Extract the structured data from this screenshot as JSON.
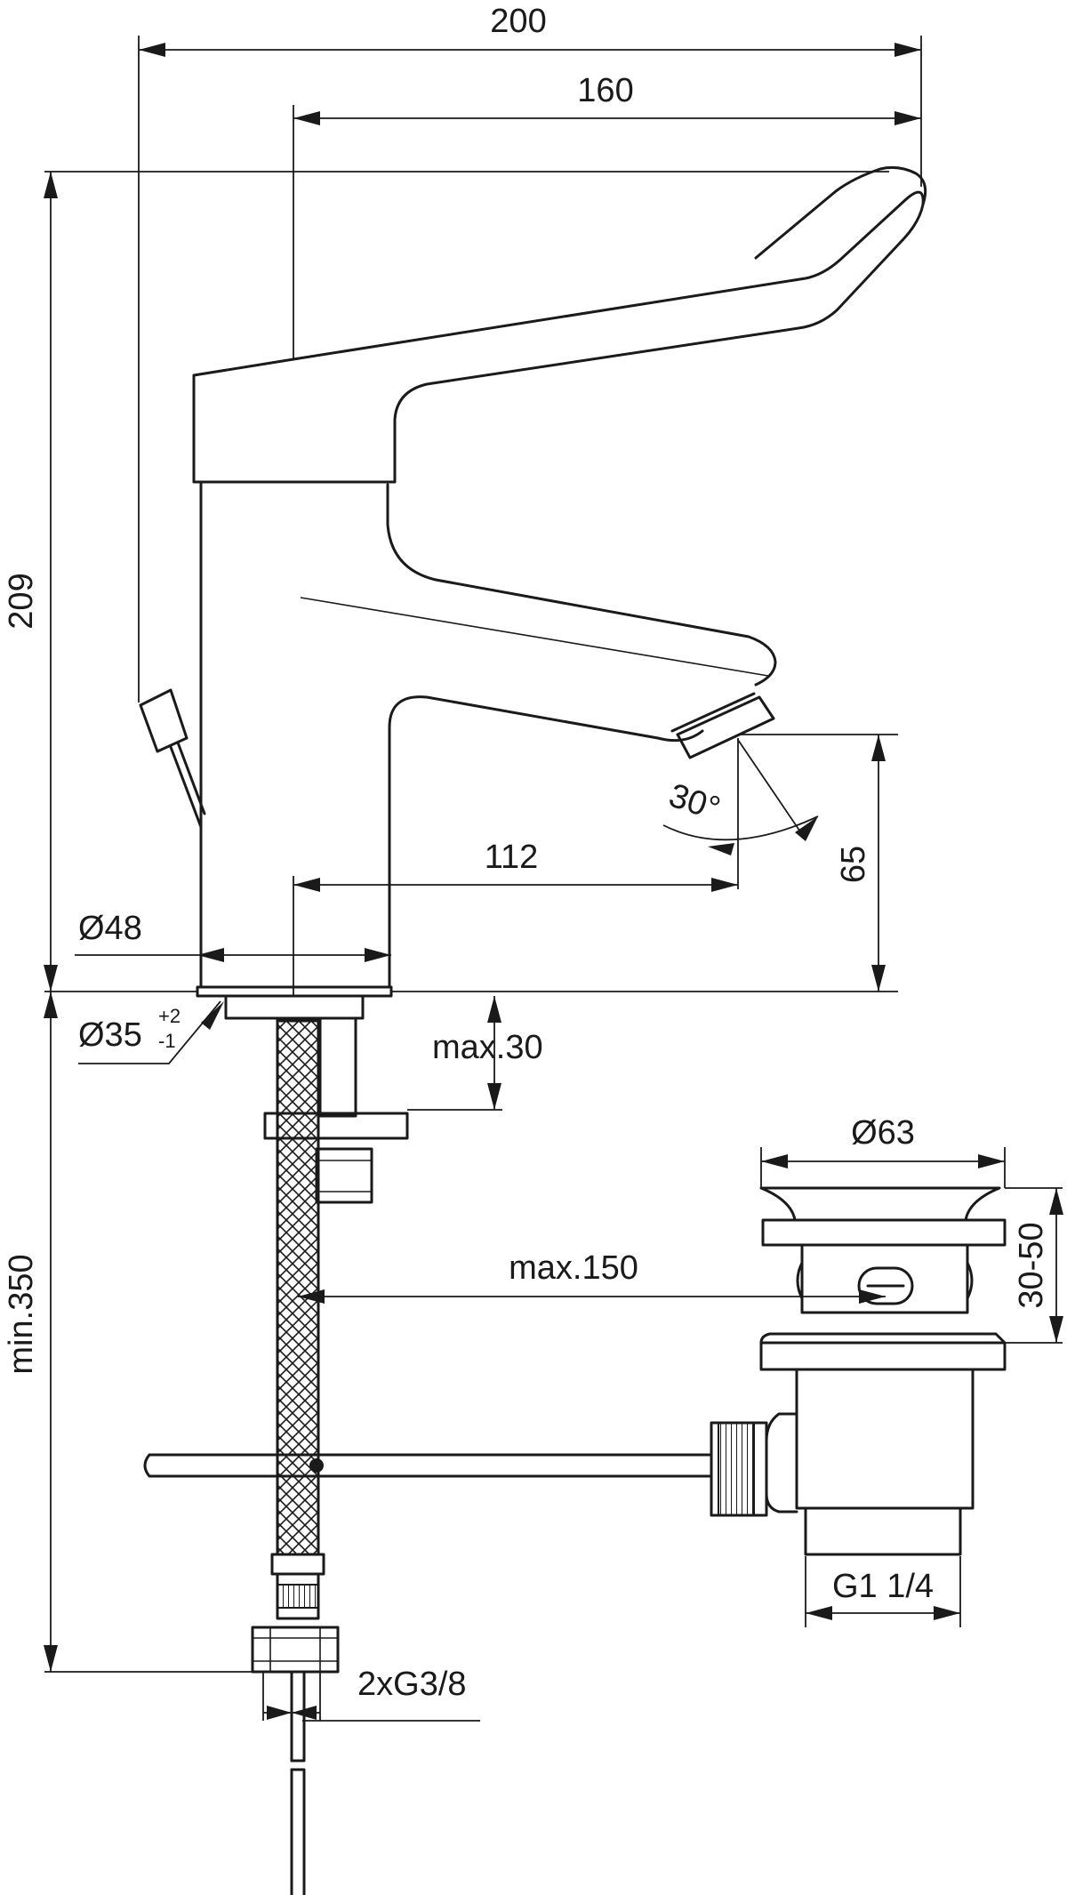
{
  "dimensions": {
    "overall_width": "200",
    "spout_width": "160",
    "overall_height": "209",
    "spout_reach": "112",
    "spout_height": "65",
    "base_diameter": "Ø48",
    "hole_diameter": "Ø35",
    "hole_tol_plus": "+2",
    "hole_tol_minus": "-1",
    "deck_thickness": "max.30",
    "under_sink_length": "min.350",
    "rod_length": "max.150",
    "waste_diameter": "Ø63",
    "waste_height": "30-50",
    "waste_thread": "G1 1/4",
    "connection_thread": "2xG3/8",
    "aerator_angle": "30°"
  }
}
